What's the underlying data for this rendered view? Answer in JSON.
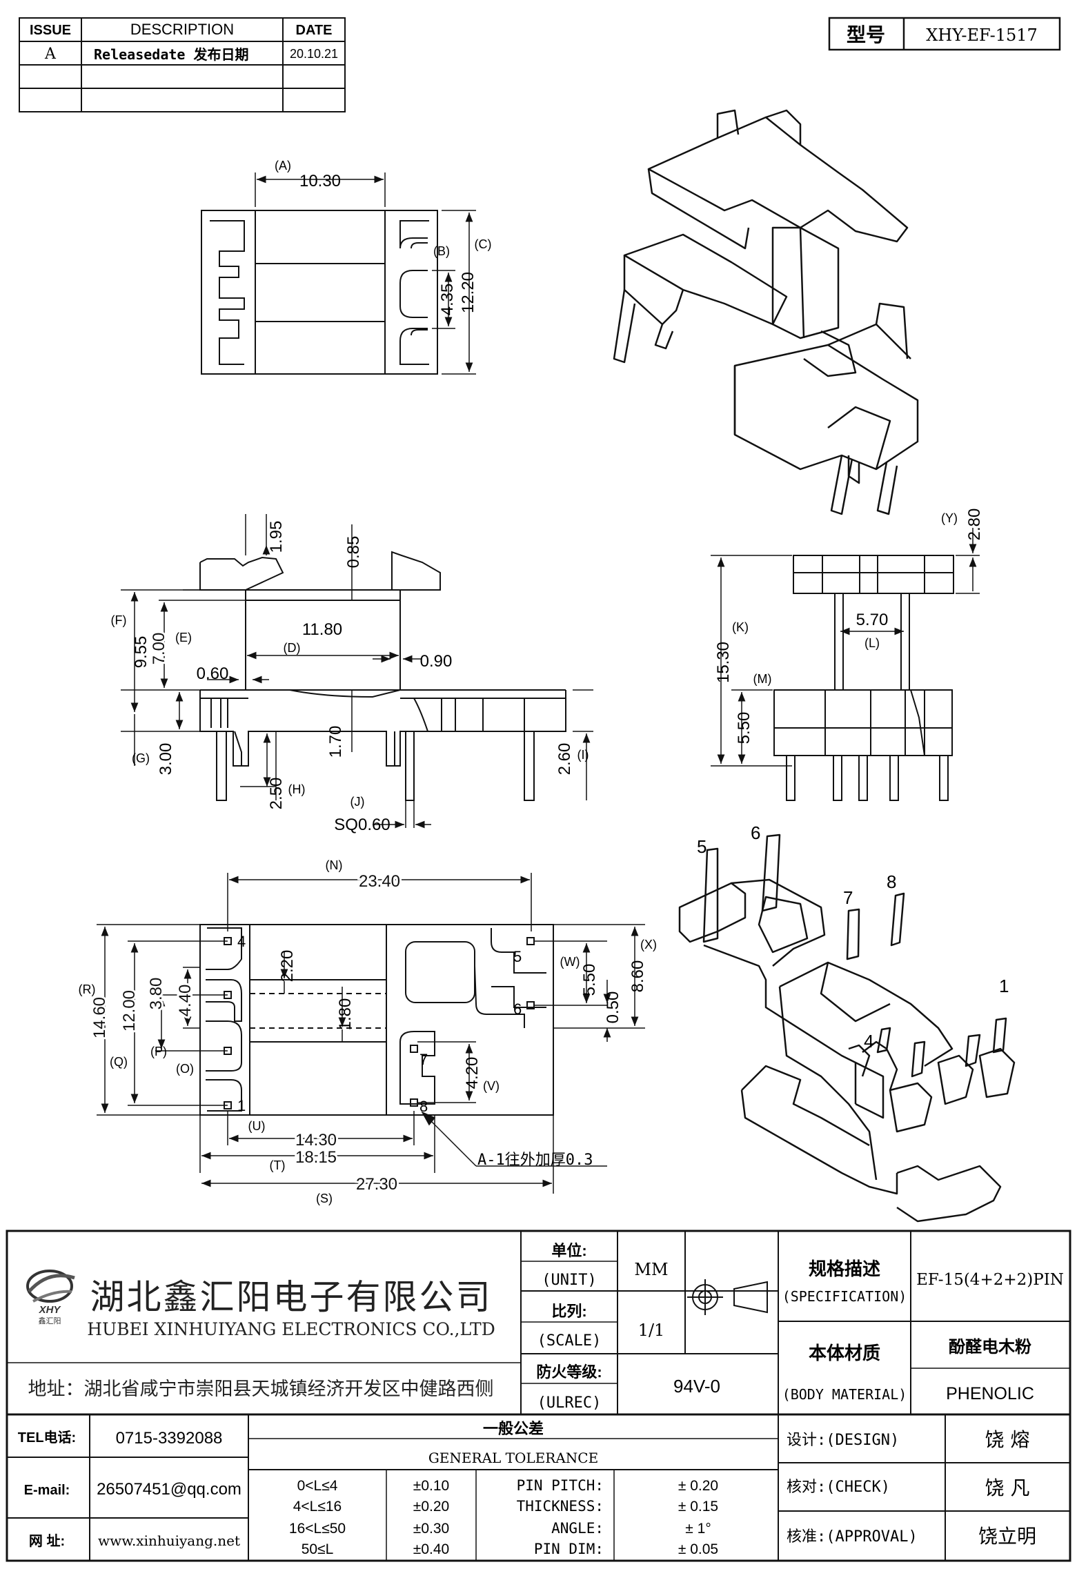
{
  "revision": {
    "headers": [
      "ISSUE",
      "DESCRIPTION",
      "DATE"
    ],
    "rows": [
      {
        "issue": "A",
        "description": "Releasedate 发布日期",
        "date": "20.10.21"
      }
    ]
  },
  "model": {
    "label": "型号",
    "value": "XHY-EF-1517"
  },
  "top_view": {
    "A": "(A)",
    "A_val": "10.30",
    "B": "(B)",
    "B_val": "4.35",
    "C": "(C)",
    "C_val": "12.20"
  },
  "front_view": {
    "F": "(F)",
    "F_val": "9.55",
    "E": "(E)",
    "E_val": "7.00",
    "v195": "1.95",
    "v085": "0.85",
    "D": "(D)",
    "D_val": "11.80",
    "v060": "0.60",
    "v090": "0.90",
    "v170": "1.70",
    "G": "(G)",
    "G_val": "3.00",
    "H": "(H)",
    "H_val": "2.50",
    "J": "(J)",
    "J_val": "SQ0.60",
    "I": "(I)",
    "I_val": "2.60"
  },
  "side_view": {
    "Y": "(Y)",
    "Y_val": "2.80",
    "K": "(K)",
    "K_val": "15.30",
    "L": "(L)",
    "L_val": "5.70",
    "M": "(M)",
    "M_val": "5.50"
  },
  "bottom_view": {
    "N": "(N)",
    "N_val": "23.40",
    "R": "(R)",
    "R_val": "14.60",
    "Q": "(Q)",
    "Q_val": "12.00",
    "P": "(P)",
    "P_val": "3.80",
    "O": "(O)",
    "O_val": "4.40",
    "v220": "2.20",
    "v180": "1.80",
    "W": "(W)",
    "W_val": "5.50",
    "X": "(X)",
    "X_val": "8.60",
    "v050": "0.50",
    "V": "(V)",
    "V_val": "4.20",
    "U": "(U)",
    "U_val": "14.30",
    "T": "(T)",
    "T_val": "18.15",
    "S": "(S)",
    "S_val": "27.30",
    "note": "A-1往外加厚0.3",
    "pins": [
      "1",
      "4",
      "5",
      "6",
      "7",
      "8"
    ]
  },
  "iso_pins": [
    "5",
    "6",
    "7",
    "8",
    "1",
    "4"
  ],
  "company": {
    "logo_text": "XHY",
    "logo_sub": "鑫汇阳",
    "name_cn": "湖北鑫汇阳电子有限公司",
    "name_en": "HUBEI XINHUIYANG ELECTRONICS CO.,LTD",
    "address": "地址：湖北省咸宁市崇阳县天城镇经济开发区中健路西侧"
  },
  "spec": {
    "unit_cn": "单位:",
    "unit_en": "(UNIT)",
    "unit_val": "MM",
    "scale_cn": "比列:",
    "scale_en": "(SCALE)",
    "scale_val": "1/1",
    "ul_cn": "防火等级:",
    "ul_en": "(ULREC)",
    "ul_val": "94V-0",
    "spec_cn": "规格描述",
    "spec_en": "(SPECIFICATION)",
    "spec_val": "EF-15(4+2+2)PIN",
    "mat_cn": "本体材质",
    "mat_en": "(BODY MATERIAL)",
    "mat_cn_val": "酚醛电木粉",
    "mat_val": "PHENOLIC"
  },
  "contact": {
    "tel_label": "TEL电话:",
    "tel": "0715-3392088",
    "email_label": "E-mail:",
    "email": "26507451@qq.com",
    "web_label": "网  址:",
    "web": "www.xinhuiyang.net"
  },
  "tolerance": {
    "title_cn": "一般公差",
    "title_en": "GENERAL TOLERANCE",
    "ranges": [
      {
        "r": "0<L≤4",
        "v": "±0.10"
      },
      {
        "r": "4<L≤16",
        "v": "±0.20"
      },
      {
        "r": "16<L≤50",
        "v": "±0.30"
      },
      {
        "r": "50≤L",
        "v": "±0.40"
      }
    ],
    "items": [
      {
        "k": "PIN PITCH:",
        "v": "± 0.20"
      },
      {
        "k": "THICKNESS:",
        "v": "± 0.15"
      },
      {
        "k": "ANGLE:",
        "v": "± 1°"
      },
      {
        "k": "PIN DIM:",
        "v": "± 0.05"
      }
    ]
  },
  "signoff": [
    {
      "label": "设计:(DESIGN)",
      "name": "饶  熔"
    },
    {
      "label": "核对:(CHECK)",
      "name": "饶  凡"
    },
    {
      "label": "核准:(APPROVAL)",
      "name": "饶立明"
    }
  ]
}
